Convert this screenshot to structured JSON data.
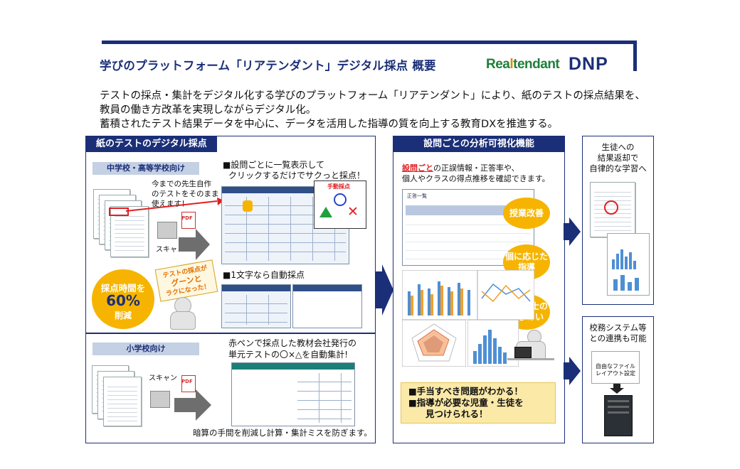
{
  "header": {
    "title": "学びのプラットフォーム「リアテンダント」デジタル採点 概要",
    "logo_realtendant": "Realtendant",
    "logo_dnp": "DNP"
  },
  "intro": {
    "line1": "テストの採点・集計をデジタル化する学びのプラットフォーム「リアテンダント」により、紙のテストの採点結果を、",
    "line2": "教員の働き方改革を実現しながらデジタル化。",
    "line3": "蓄積されたテスト結果データを中心に、データを活用した指導の質を向上する教育DXを推進する。"
  },
  "left_panel": {
    "title": "紙のテストのデジタル採点",
    "upper": {
      "tab": "中学校・高等学校向け",
      "note": [
        "今までの先生自作",
        "のテストをそのまま",
        "使えます！"
      ],
      "scan_label": "スキャン",
      "pdf_label": "PDF",
      "heading1": [
        "■設問ごとに一覧表示して",
        "クリックするだけでサクっと採点！"
      ],
      "manual_label": "手動採点",
      "heading2": "■1文字なら自動採点",
      "reduction": [
        "採点時間を",
        "60%",
        "削減"
      ],
      "sign": [
        "テストの採点が",
        "グーンと",
        "ラクになった！"
      ]
    },
    "lower": {
      "tab": "小学校向け",
      "heading": [
        "赤ペンで採点した教材会社発行の",
        "単元テストの〇×△を自動集計!"
      ],
      "scan_label": "スキャン",
      "pdf_label": "PDF",
      "footer": "暗算の手間を削減し計算・集計ミスを防ぎます。"
    }
  },
  "middle_panel": {
    "title": "設問ごとの分析可視化機能",
    "desc_highlight": "設問ごと",
    "desc_rest1": "の正誤情報・正答率や、",
    "desc_line2": "個人やクラスの得点推移を確認できます。",
    "bubbles": [
      {
        "text": "授業改善"
      },
      {
        "text1": "個に応じた",
        "text2": "指導"
      },
      {
        "text1": "先生同士の",
        "text2": "学びあい"
      }
    ],
    "callout": [
      "■手当すべき問題がわかる！",
      "■指導が必要な児童・生徒を",
      "見つけられる！"
    ],
    "screen_label": "正答一覧"
  },
  "right_top": {
    "text": [
      "生徒への",
      "結果返却で",
      "自律的な学習へ"
    ]
  },
  "right_bottom": {
    "text": [
      "校務システム等",
      "との連携も可能"
    ],
    "file_label": [
      "自由なファイル",
      "レイアウト設定"
    ]
  },
  "colors": {
    "navy": "#1b2f78",
    "orange": "#f6b400",
    "tab_bg": "#c4d0e3",
    "callout_bg": "#fbe9a8"
  }
}
